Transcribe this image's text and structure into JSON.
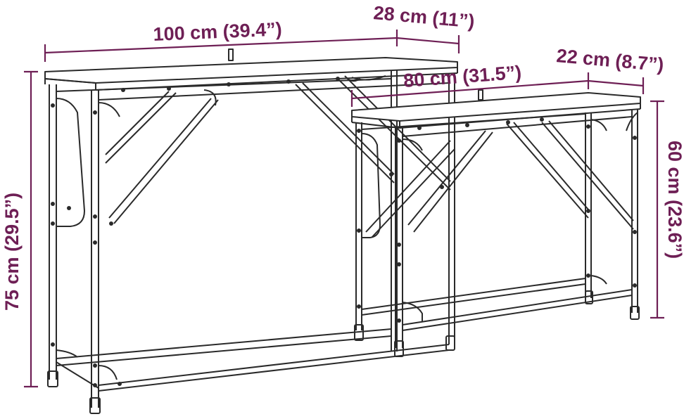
{
  "dimensions": {
    "large_width": "100 cm (39.4”)",
    "large_depth": "28 cm (11”)",
    "large_height": "75 cm (29.5”)",
    "small_width": "80 cm (31.5”)",
    "small_depth": "22 cm (8.7”)",
    "small_height": "60 cm (23.6”)"
  },
  "colors": {
    "dimension": "#6e1f55",
    "frame": "#2a2a2a",
    "background": "#ffffff"
  }
}
